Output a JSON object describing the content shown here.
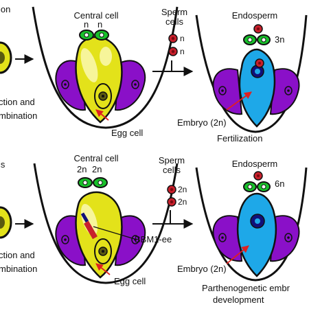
{
  "colors": {
    "purple": "#8a10c8",
    "yellow": "#e3e21a",
    "yellow_light": "#f7f59a",
    "blue": "#1ea8e8",
    "green": "#18c02a",
    "red": "#c8202c",
    "dark_red": "#7a0a10",
    "navy": "#10107a",
    "olive": "#5a5a10",
    "arrow_red": "#e02020"
  },
  "top": {
    "title_fragment": "ion",
    "left_text_line1": "ction and",
    "left_text_line2": "mbination",
    "central_cell_label": "Central cell",
    "central_ploidy_a": "n",
    "central_ploidy_b": "n",
    "sperm_label_line1": "Sperm",
    "sperm_label_line2": "cells",
    "sperm_ploidy_a": "n",
    "sperm_ploidy_b": "n",
    "egg_cell_label": "Egg cell",
    "endosperm_label": "Endosperm",
    "endosperm_ploidy": "3n",
    "embryo_label": "Embryo (2n)",
    "result_label": "Fertilization"
  },
  "bottom": {
    "title_fragment": "is",
    "left_text_line1": "ction and",
    "left_text_line2": "mbination",
    "central_cell_label": "Central cell",
    "central_ploidy_a": "2n",
    "central_ploidy_b": "2n",
    "sperm_label_line1": "Sperm",
    "sperm_label_line2": "cells",
    "sperm_ploidy_a": "2n",
    "sperm_ploidy_b": "2n",
    "construct_label": "BBM1-ee",
    "egg_cell_label": "Egg cell",
    "endosperm_label": "Endosperm",
    "endosperm_ploidy": "6n",
    "embryo_label": "Embryo (2n)",
    "result_line1": "Parthenogenetic embr",
    "result_line2": "development"
  }
}
